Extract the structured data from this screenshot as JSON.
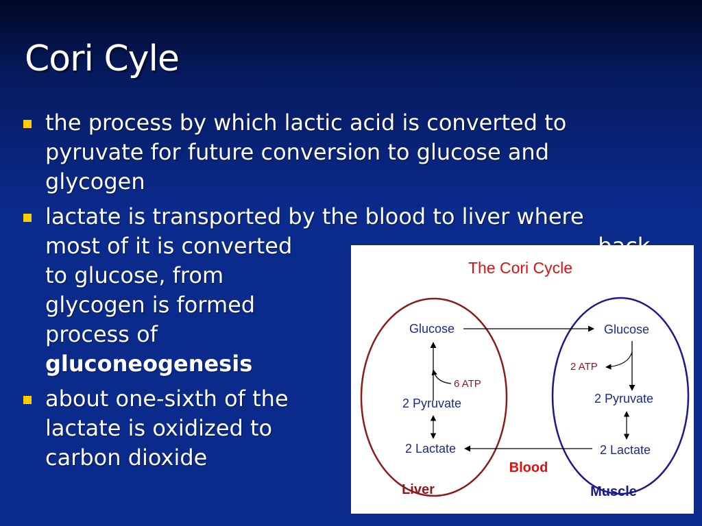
{
  "slide": {
    "title": "Cori Cyle",
    "bullets": [
      {
        "lines": [
          "the process by which lactic acid is converted to",
          "pyruvate for future conversion to glucose and",
          "glycogen"
        ]
      },
      {
        "lines": [
          "lactate is transported by the blood to liver where",
          "most of it is converted",
          "to glucose, from",
          "glycogen is formed",
          "process of"
        ],
        "hidden_fragment": "back",
        "bold_line": "gluconeogenesis"
      },
      {
        "lines": [
          "about one-sixth of the",
          "lactate is oxidized to",
          "carbon dioxide"
        ]
      }
    ]
  },
  "diagram": {
    "title": "The Cori Cycle",
    "liver": {
      "label": "Liver",
      "glucose": "Glucose",
      "atp": "6 ATP",
      "pyruvate": "2 Pyruvate",
      "lactate": "2 Lactate"
    },
    "muscle": {
      "label": "Muscle",
      "glucose": "Glucose",
      "atp": "2 ATP",
      "pyruvate": "2 Pyruvate",
      "lactate": "2 Lactate"
    },
    "blood": "Blood",
    "colors": {
      "liver": "#8b1a1a",
      "muscle": "#1a1a8c",
      "accent": "#e01010",
      "text": "#1a2a8c"
    }
  },
  "colors": {
    "background": "#0a2a8c",
    "bullet": "#ffcc00"
  }
}
